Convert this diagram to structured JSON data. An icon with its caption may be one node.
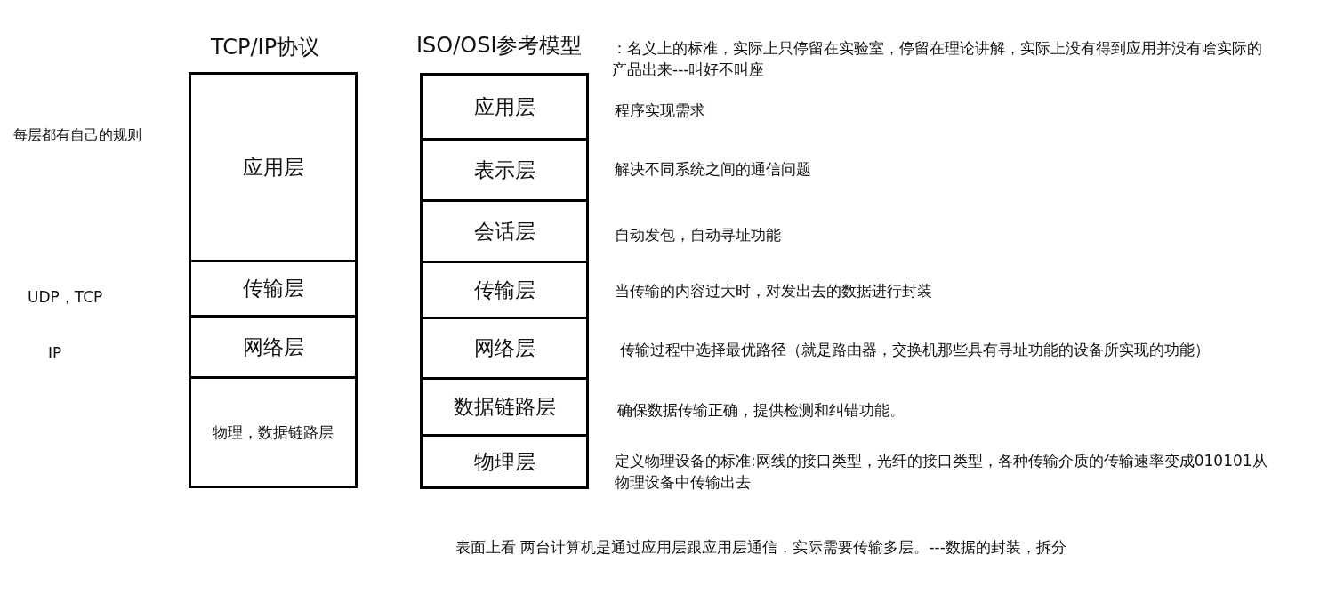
{
  "diagram": {
    "nodes": [
      {
        "text": [
          "应用层"
        ]
      },
      {
        "text": [
          "传输层"
        ]
      },
      {
        "text": [
          "网络层"
        ]
      },
      {
        "text": [
          "物理，数据链路层"
        ]
      },
      {
        "text": [
          "应用层"
        ]
      },
      {
        "text": [
          "表示层"
        ]
      },
      {
        "text": [
          "会话层"
        ]
      },
      {
        "text": [
          "传输层"
        ]
      },
      {
        "text": [
          "网络层"
        ]
      },
      {
        "text": [
          "数据链路层"
        ]
      },
      {
        "text": [
          "物理层"
        ]
      }
    ],
    "edges": [],
    "labels": [
      "TCP/IP协议",
      "ISO/OSI参考模型",
      "：名义上的标准，实际上只停留在实验室，停留在理论讲解，实际上没有得到应用并没有啥实际的产品出来---叫好不叫座",
      "每层都有自己的规则",
      "程序实现需求",
      "解决不同系统之间的通信问题",
      "自动发包，自动寻址功能",
      "UDP，TCP",
      "当传输的内容过大时，对发出去的数据进行封装",
      "IP",
      "传输过程中选择最优路径（就是路由器，交换机那些具有寻址功能的设备所实现的功能）",
      "确保数据传输正确，提供检测和纠错功能。",
      "定义物理设备的标准:网线的接口类型，光纤的接口类型，各种传输介质的传输速率变成010101从物理设备中传输出去",
      "表面上看 两台计算机是通过应用层跟应用层通信，实际需要传输多层。---数据的封装，拆分"
    ]
  }
}
